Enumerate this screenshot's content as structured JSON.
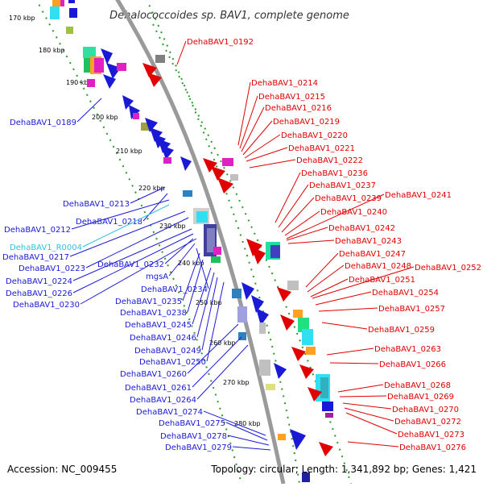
{
  "title": "Dehalococcoides sp. BAV1, complete genome",
  "footer": {
    "accession": "Accession: NC_009455",
    "summary": "Topology: circular; Length: 1,341,892 bp; Genes: 1,421"
  },
  "ruler": [
    "170 kbp",
    "180 kbp",
    "190 kbp",
    "200 kbp",
    "210 kbp",
    "220 kbp",
    "230 kbp",
    "240 kbp",
    "250 kbp",
    "260 kbp",
    "270 kbp",
    "280 kbp"
  ],
  "colors": {
    "minus": "#1a1ad6",
    "plus": "#e00000",
    "rna": "#30c0e0",
    "backbone": "#999999"
  },
  "left_labels": [
    {
      "text": "DehaBAV1_0189",
      "color": "#1a1ad6"
    },
    {
      "text": "DehaBAV1_0213",
      "color": "#1a1ad6"
    },
    {
      "text": "DehaBAV1_0218",
      "color": "#1a1ad6"
    },
    {
      "text": "DehaBAV1_0212",
      "color": "#1a1ad6"
    },
    {
      "text": "DehaBAV1_R0004",
      "color": "#30c0e0"
    },
    {
      "text": "DehaBAV1_0217",
      "color": "#1a1ad6"
    },
    {
      "text": "DehaBAV1_0223",
      "color": "#1a1ad6"
    },
    {
      "text": "DehaBAV1_0232",
      "color": "#1a1ad6"
    },
    {
      "text": "mgsA",
      "color": "#1a1ad6"
    },
    {
      "text": "DehaBAV1_0224",
      "color": "#1a1ad6"
    },
    {
      "text": "DehaBAV1_0226",
      "color": "#1a1ad6"
    },
    {
      "text": "DehaBAV1_0234",
      "color": "#1a1ad6"
    },
    {
      "text": "DehaBAV1_0230",
      "color": "#1a1ad6"
    },
    {
      "text": "DehaBAV1_0235",
      "color": "#1a1ad6"
    },
    {
      "text": "DehaBAV1_0238",
      "color": "#1a1ad6"
    },
    {
      "text": "DehaBAV1_0245",
      "color": "#1a1ad6"
    },
    {
      "text": "DehaBAV1_0246",
      "color": "#1a1ad6"
    },
    {
      "text": "DehaBAV1_0249",
      "color": "#1a1ad6"
    },
    {
      "text": "DehaBAV1_0250",
      "color": "#1a1ad6"
    },
    {
      "text": "DehaBAV1_0260",
      "color": "#1a1ad6"
    },
    {
      "text": "DehaBAV1_0261",
      "color": "#1a1ad6"
    },
    {
      "text": "DehaBAV1_0264",
      "color": "#1a1ad6"
    },
    {
      "text": "DehaBAV1_0274",
      "color": "#1a1ad6"
    },
    {
      "text": "DehaBAV1_0275",
      "color": "#1a1ad6"
    },
    {
      "text": "DehaBAV1_0278",
      "color": "#1a1ad6"
    },
    {
      "text": "DehaBAV1_0279",
      "color": "#1a1ad6"
    }
  ],
  "right_labels": [
    "DehaBAV1_0192",
    "DehaBAV1_0214",
    "DehaBAV1_0215",
    "DehaBAV1_0216",
    "DehaBAV1_0219",
    "DehaBAV1_0220",
    "DehaBAV1_0221",
    "DehaBAV1_0222",
    "DehaBAV1_0236",
    "DehaBAV1_0237",
    "DehaBAV1_0239",
    "DehaBAV1_0241",
    "DehaBAV1_0240",
    "DehaBAV1_0242",
    "DehaBAV1_0243",
    "DehaBAV1_0247",
    "DehaBAV1_0248",
    "DehaBAV1_0252",
    "DehaBAV1_0251",
    "DehaBAV1_0254",
    "DehaBAV1_0257",
    "DehaBAV1_0259",
    "DehaBAV1_0263",
    "DehaBAV1_0266",
    "DehaBAV1_0268",
    "DehaBAV1_0269",
    "DehaBAV1_0270",
    "DehaBAV1_0272",
    "DehaBAV1_0273",
    "DehaBAV1_0276"
  ]
}
